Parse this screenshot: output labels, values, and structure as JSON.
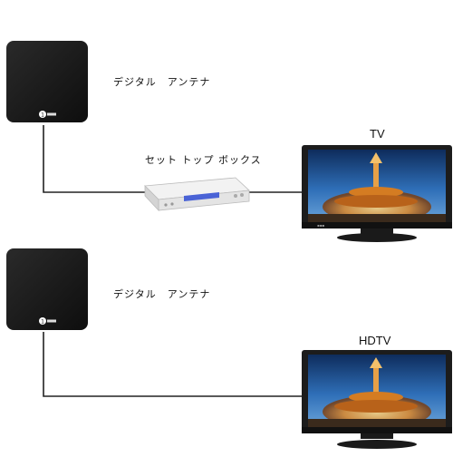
{
  "diagram_top": {
    "antenna_label": "デジタル　アンテナ",
    "stb_label": "セット トップ ボックス",
    "tv_label": "TV"
  },
  "diagram_bottom": {
    "antenna_label": "デジタル　アンテナ",
    "tv_label": "HDTV"
  },
  "colors": {
    "antenna": "#1a1a1a",
    "cable": "#222222",
    "tv_frame": "#1c1c1c",
    "screen_sky": "#1f4f8c",
    "screen_glow": "#f0a640",
    "stb_display": "#4a63d6"
  },
  "icons": {
    "antenna": "flat-antenna-icon",
    "logo": "brand-logo-icon",
    "stb": "set-top-box-icon",
    "tv": "television-icon"
  }
}
